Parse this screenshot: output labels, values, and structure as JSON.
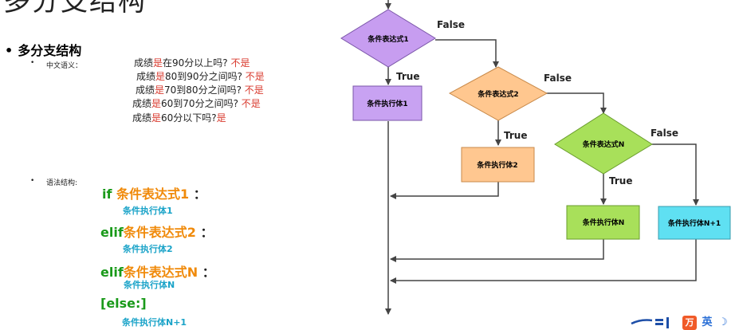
{
  "slide": {
    "title_cropped": "多分支结构",
    "section_title": "多分支结构",
    "section_bullet": "•",
    "label_cn": "中文语义：",
    "label_syntax": "语法结构:",
    "small_bullet": "•"
  },
  "cn_lines": [
    {
      "q": "成绩是在90分以上吗?",
      "a": "不是",
      "prefix": "成绩",
      "mid_hl": "是",
      "rest": "在90分以上吗?"
    },
    {
      "q": "成绩是80到90分之间吗?",
      "a": "不是"
    },
    {
      "q": "成绩是70到80分之间吗?",
      "a": "不是"
    },
    {
      "q": "成绩是60到70分之间吗?",
      "a": "不是"
    },
    {
      "q": "成绩是60分以下吗?",
      "a": "是"
    }
  ],
  "cn_parts": [
    {
      "a": "成绩",
      "b": "是",
      "c": "在90分以上吗?",
      "d": "不是"
    },
    {
      "a": "成绩",
      "b": "是",
      "c": "80到90分之间吗?",
      "d": "不是"
    },
    {
      "a": "成绩",
      "b": "是",
      "c": "70到80分之间吗?",
      "d": "不是"
    },
    {
      "a": "成绩",
      "b": "是",
      "c": "60到70分之间吗?",
      "d": "不是"
    },
    {
      "a": "成绩",
      "b": "是",
      "c": "60分以下吗?",
      "d": "是"
    }
  ],
  "syntax": {
    "if_kw": "if",
    "cond1": "条件表达式1",
    "colon": "：",
    "body1": "条件执行体1",
    "elif_kw": "elif",
    "cond2": "条件表达式2",
    "body2": "条件执行体2",
    "condN": "条件表达式N",
    "bodyN": "条件执行体N",
    "else_line": "[else:]",
    "bodyN1": "条件执行体N+1"
  },
  "flowchart": {
    "decision1": "条件表达式1",
    "decision2": "条件表达式2",
    "decisionN": "条件表达式N",
    "action1": "条件执行体1",
    "action2": "条件执行体2",
    "actionN": "条件执行体N",
    "actionN1": "条件执行体N+1",
    "true_label": "True",
    "false_label": "False",
    "colors": {
      "decision1": "#c79df0",
      "decision2": "#ffc78f",
      "decisionN": "#a8e05a",
      "action1": "#c8a2f2",
      "action2": "#ffc790",
      "actionN": "#a8e05a",
      "actionN1": "#5fe0f2"
    }
  },
  "tray": {
    "sougou_icon_text": "万",
    "lang_text": "英",
    "moon_icon_text": "☽"
  }
}
